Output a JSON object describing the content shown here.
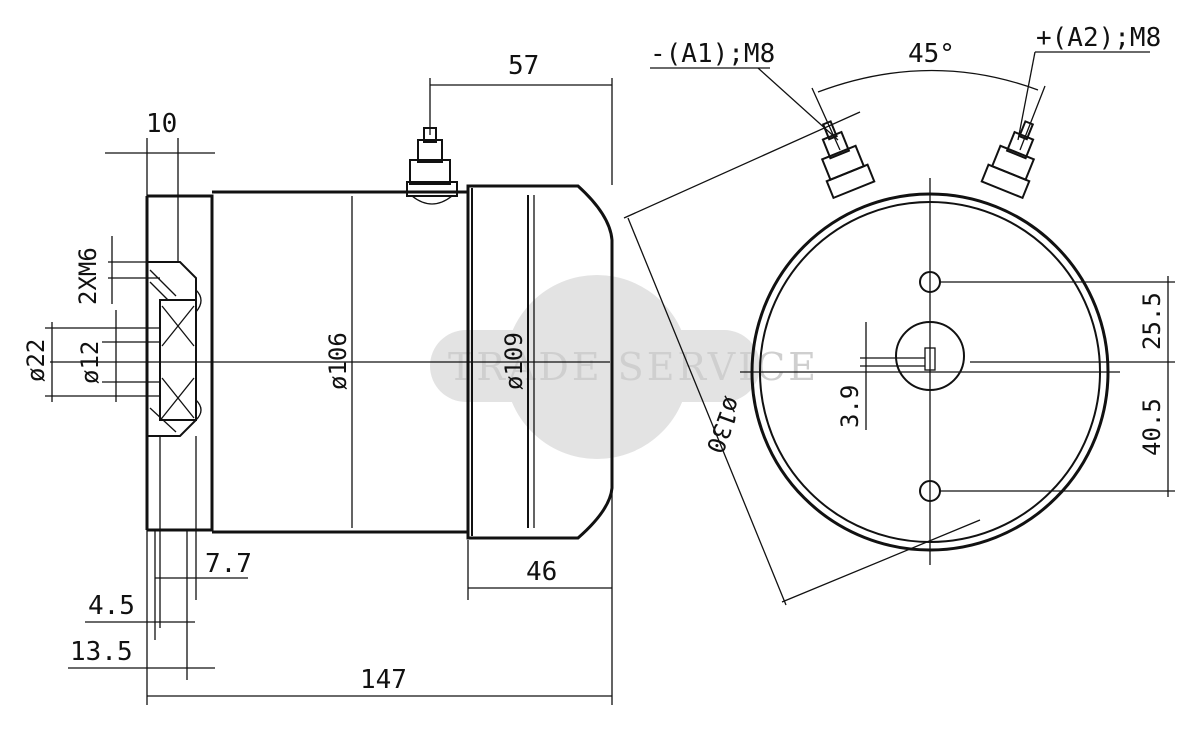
{
  "watermark": {
    "text": "TRADE SERVICE",
    "color": "#d8d8d8"
  },
  "side_view": {
    "dim_top_length": "57",
    "dim_flange": "10",
    "dim_thread": "2XM6",
    "dim_pilot_outer": "ø22",
    "dim_shaft": "ø12",
    "dim_body_dia": "ø106",
    "dim_cap_dia": "ø109",
    "dim_7_7": "7.7",
    "dim_46": "46",
    "dim_4_5": "4.5",
    "dim_13_5": "13.5",
    "dim_total": "147"
  },
  "end_view": {
    "terminal_negative": "-(A1);M8",
    "terminal_positive": "+(A2);M8",
    "terminal_angle": "45°",
    "dim_25_5": "25.5",
    "dim_40_5": "40.5",
    "dim_key": "3.9",
    "dim_outer_dia": "ø130"
  }
}
